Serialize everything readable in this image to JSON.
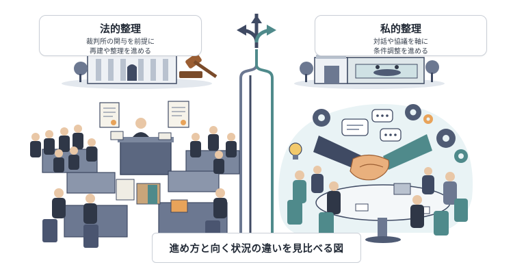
{
  "legal": {
    "title": "法的整理",
    "desc_line1": "裁判所の関与を前提に",
    "desc_line2": "再建や整理を進める"
  },
  "private": {
    "title": "私的整理",
    "desc_line1": "対話や協議を軸に",
    "desc_line2": "条件調整を進める"
  },
  "caption": "進め方と向く状況の違いを見比べる図",
  "colors": {
    "navy": "#3f4a63",
    "slate": "#6c7891",
    "teal": "#4f8a8b",
    "bg_tint": "#e9f3f5",
    "accent_orange": "#e8a35a"
  }
}
